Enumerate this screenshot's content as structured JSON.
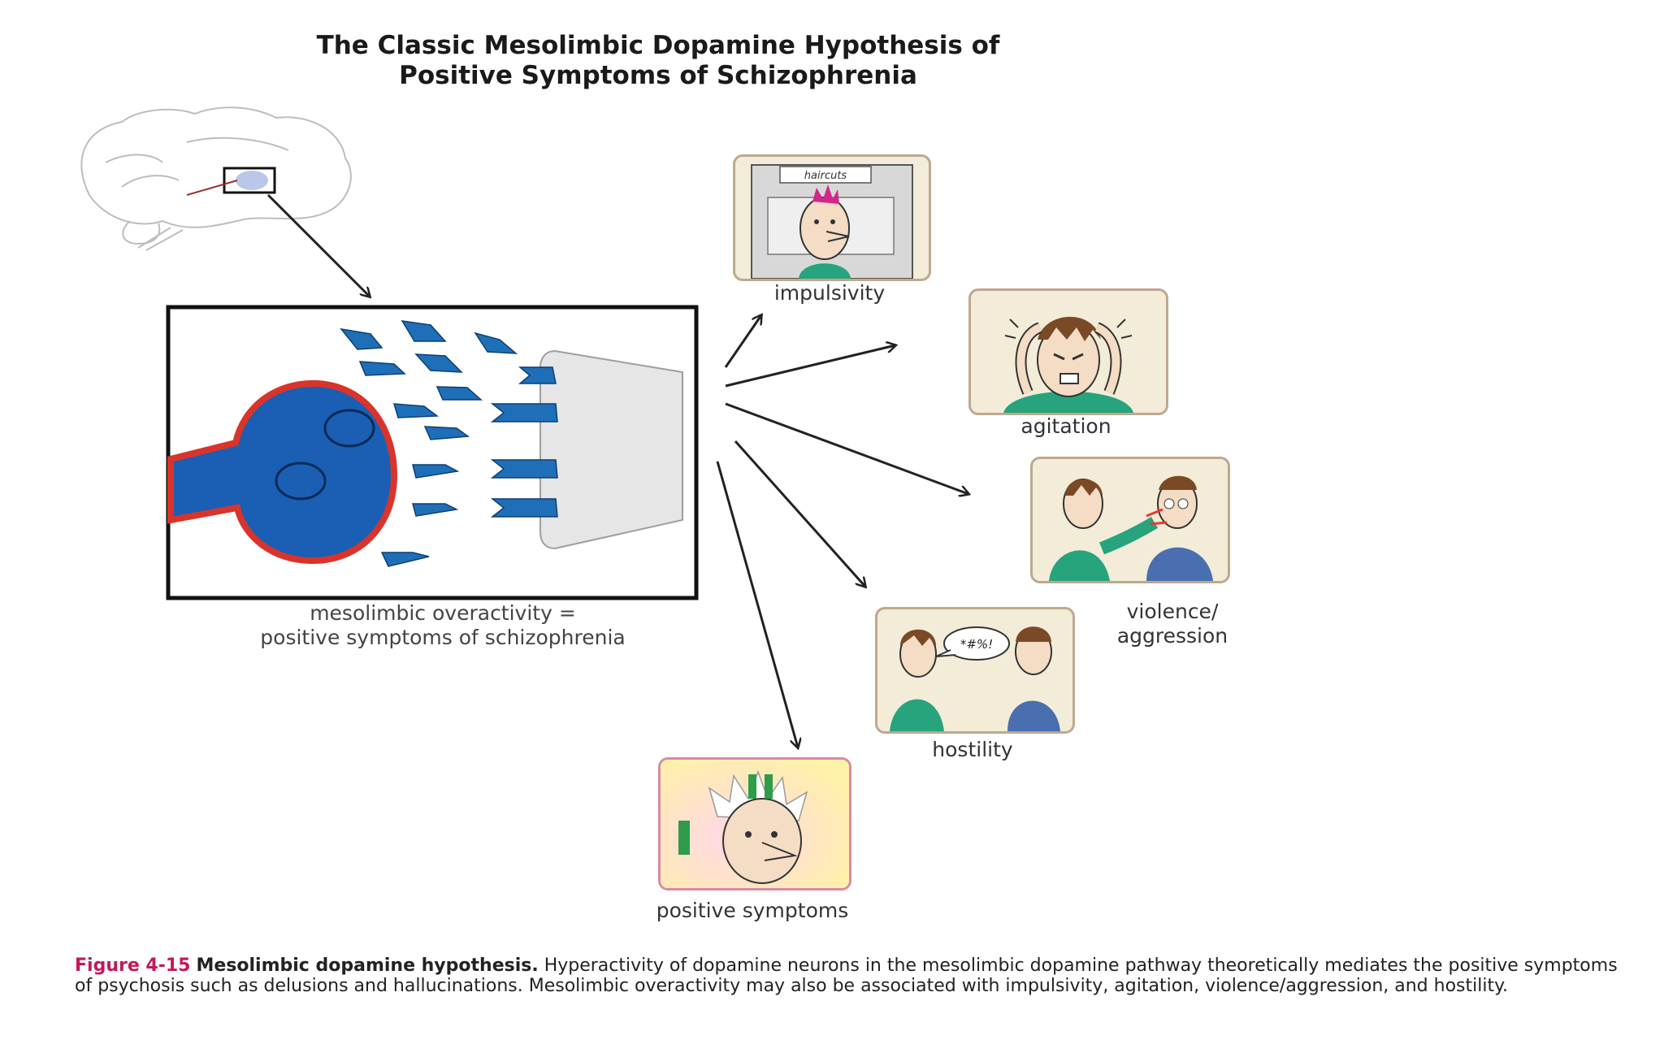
{
  "figure": {
    "title_line1": "The Classic Mesolimbic Dopamine Hypothesis of",
    "title_line2": "Positive Symptoms of Schizophrenia",
    "synapse_caption_line1": "mesolimbic overactivity =",
    "synapse_caption_line2": "positive symptoms of schizophrenia",
    "haircuts_sign": "haircuts",
    "hostility_speech": "*#%!",
    "symptoms": {
      "impulsivity": "impulsivity",
      "agitation": "agitation",
      "violence_line1": "violence/",
      "violence_line2": "aggression",
      "hostility": "hostility",
      "positive": "positive symptoms"
    },
    "caption": {
      "number": "Figure 4-15",
      "heading": "Mesolimbic dopamine hypothesis.",
      "body": "Hyperactivity of dopamine neurons in the mesolimbic dopamine pathway theoretically mediates the positive symptoms of psychosis such as delusions and hallucinations. Mesolimbic overactivity may also be associated with impulsivity, agitation, violence/aggression, and hostility."
    },
    "colors": {
      "neuron_blue": "#1a5fb4",
      "neuron_outline": "#d9342b",
      "dopamine_blue": "#1f6fb8",
      "receptor_gray": "#e6e6e6",
      "caption_accent": "#c2185b"
    }
  }
}
